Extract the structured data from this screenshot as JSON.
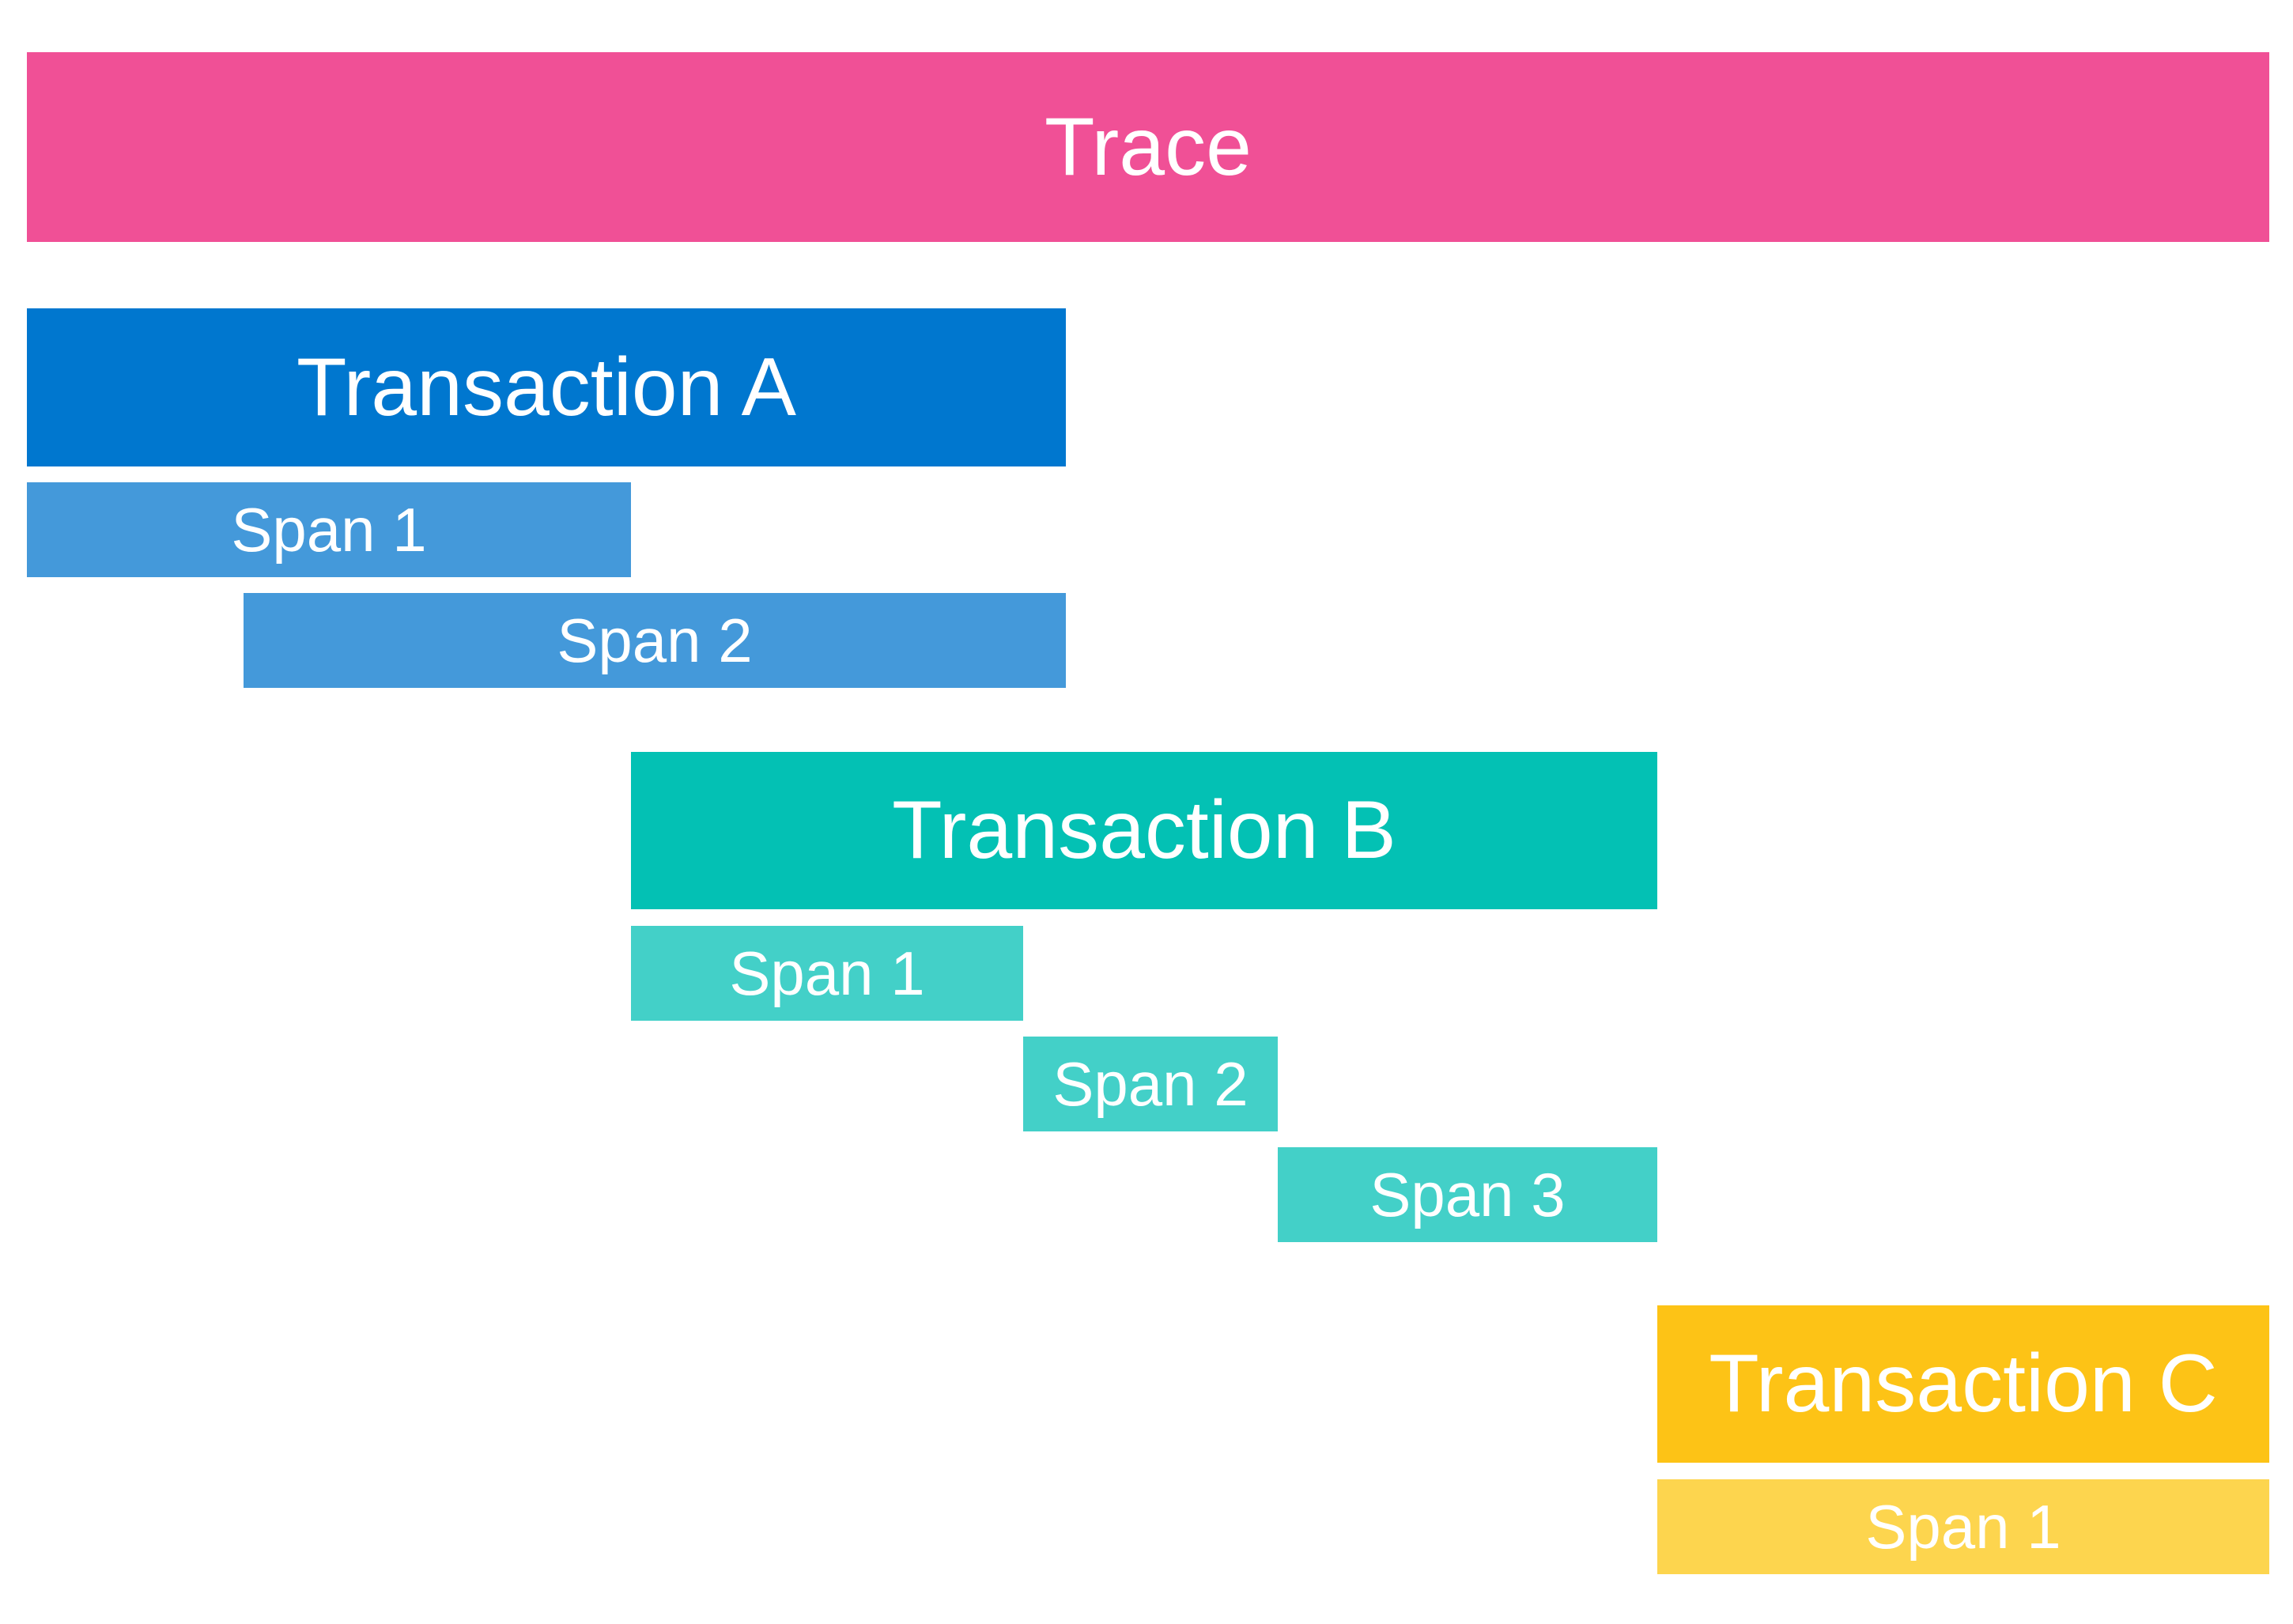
{
  "trace": {
    "label": "Trace",
    "color": "#F05096"
  },
  "transactions": [
    {
      "label": "Transaction A",
      "color": "#0077CF",
      "span_color": "#4499DA",
      "spans": [
        {
          "label": "Span 1"
        },
        {
          "label": "Span 2"
        }
      ]
    },
    {
      "label": "Transaction B",
      "color": "#03C1B4",
      "span_color": "#43D0C8",
      "spans": [
        {
          "label": "Span 1"
        },
        {
          "label": "Span 2"
        },
        {
          "label": "Span 3"
        }
      ]
    },
    {
      "label": "Transaction C",
      "color": "#FDC316",
      "span_color": "#FDD54E",
      "spans": [
        {
          "label": "Span 1"
        }
      ]
    }
  ]
}
